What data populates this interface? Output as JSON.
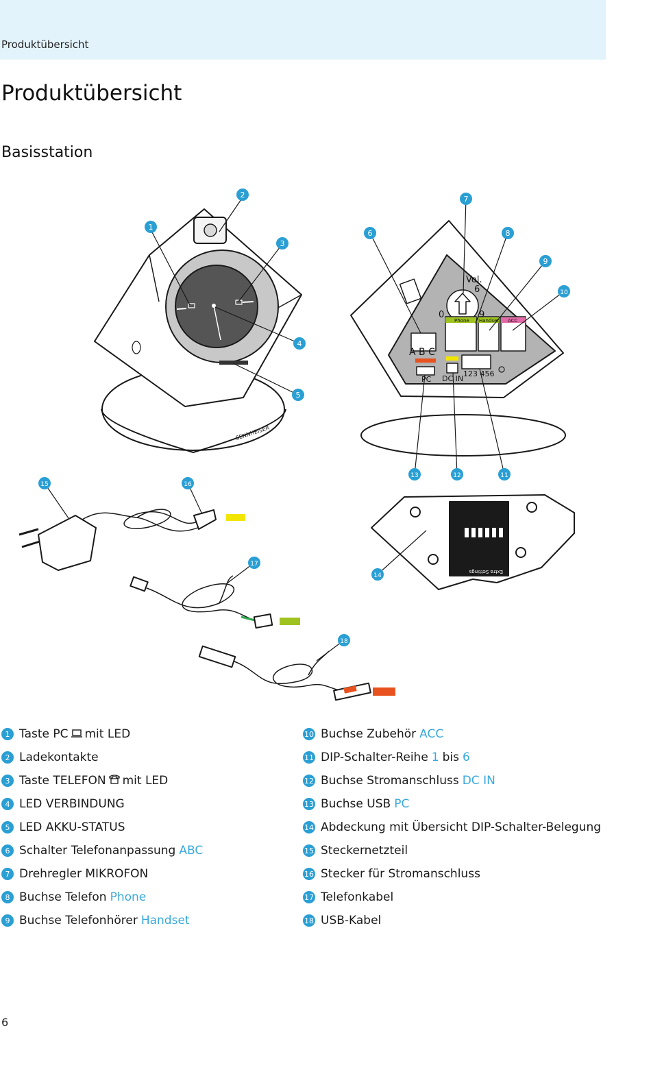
{
  "header": {
    "running_title": "Produktübersicht"
  },
  "page_title": "Produktübersicht",
  "section_title": "Basisstation",
  "illustration": {
    "callouts": [
      "1",
      "2",
      "3",
      "4",
      "5",
      "6",
      "7",
      "8",
      "9",
      "10",
      "11",
      "12",
      "13",
      "14",
      "15",
      "16",
      "17",
      "18"
    ],
    "labels": {
      "vol": "Vol.",
      "dial_0": "0",
      "dial_6": "6",
      "dial_9": "9",
      "phone": "Phone",
      "handset": "Handset",
      "acc": "ACC",
      "abc": "A B C",
      "pc": "PC",
      "dc_in": "DC IN",
      "dip": "123 456",
      "brand": "SENNHEISER",
      "extra_settings": "Extra Settings"
    },
    "colors": {
      "accent": "#2a9fd4",
      "yellow": "#f2e600",
      "green": "#9fc31e",
      "orange": "#e8521e",
      "pink": "#e36aa8"
    }
  },
  "legend": {
    "left": [
      {
        "num": "1",
        "text": "Taste PC",
        "icon": "pc-icon",
        "text2": "mit LED",
        "highlight": ""
      },
      {
        "num": "2",
        "text": "Ladekontakte",
        "icon": "",
        "text2": "",
        "highlight": ""
      },
      {
        "num": "3",
        "text": "Taste TELEFON",
        "icon": "phone-icon",
        "text2": "mit LED",
        "highlight": ""
      },
      {
        "num": "4",
        "text": "LED VERBINDUNG",
        "icon": "",
        "text2": "",
        "highlight": ""
      },
      {
        "num": "5",
        "text": "LED AKKU-STATUS",
        "icon": "",
        "text2": "",
        "highlight": ""
      },
      {
        "num": "6",
        "text": "Schalter Telefonanpassung",
        "icon": "",
        "text2": "",
        "highlight": "ABC"
      },
      {
        "num": "7",
        "text": "Drehregler MIKROFON",
        "icon": "",
        "text2": "",
        "highlight": ""
      },
      {
        "num": "8",
        "text": "Buchse Telefon",
        "icon": "",
        "text2": "",
        "highlight": "Phone"
      },
      {
        "num": "9",
        "text": "Buchse Telefonhörer",
        "icon": "",
        "text2": "",
        "highlight": "Handset"
      }
    ],
    "right": [
      {
        "num": "10",
        "parts": [
          {
            "t": "Buchse Zubehör",
            "hl": false
          },
          {
            "t": "ACC",
            "hl": true
          }
        ]
      },
      {
        "num": "11",
        "parts": [
          {
            "t": "DIP-Schalter-Reihe",
            "hl": false
          },
          {
            "t": "1",
            "hl": true
          },
          {
            "t": "bis",
            "hl": false
          },
          {
            "t": "6",
            "hl": true
          }
        ]
      },
      {
        "num": "12",
        "parts": [
          {
            "t": "Buchse Stromanschluss",
            "hl": false
          },
          {
            "t": "DC IN",
            "hl": true
          }
        ]
      },
      {
        "num": "13",
        "parts": [
          {
            "t": "Buchse USB",
            "hl": false
          },
          {
            "t": "PC",
            "hl": true
          }
        ]
      },
      {
        "num": "14",
        "parts": [
          {
            "t": "Abdeckung mit Übersicht DIP-Schalter-Belegung",
            "hl": false
          }
        ]
      },
      {
        "num": "15",
        "parts": [
          {
            "t": "Steckernetzteil",
            "hl": false
          }
        ]
      },
      {
        "num": "16",
        "parts": [
          {
            "t": "Stecker für Stromanschluss",
            "hl": false
          }
        ]
      },
      {
        "num": "17",
        "parts": [
          {
            "t": "Telefonkabel",
            "hl": false
          }
        ]
      },
      {
        "num": "18",
        "parts": [
          {
            "t": "USB-Kabel",
            "hl": false
          }
        ]
      }
    ]
  },
  "page_number": "6"
}
